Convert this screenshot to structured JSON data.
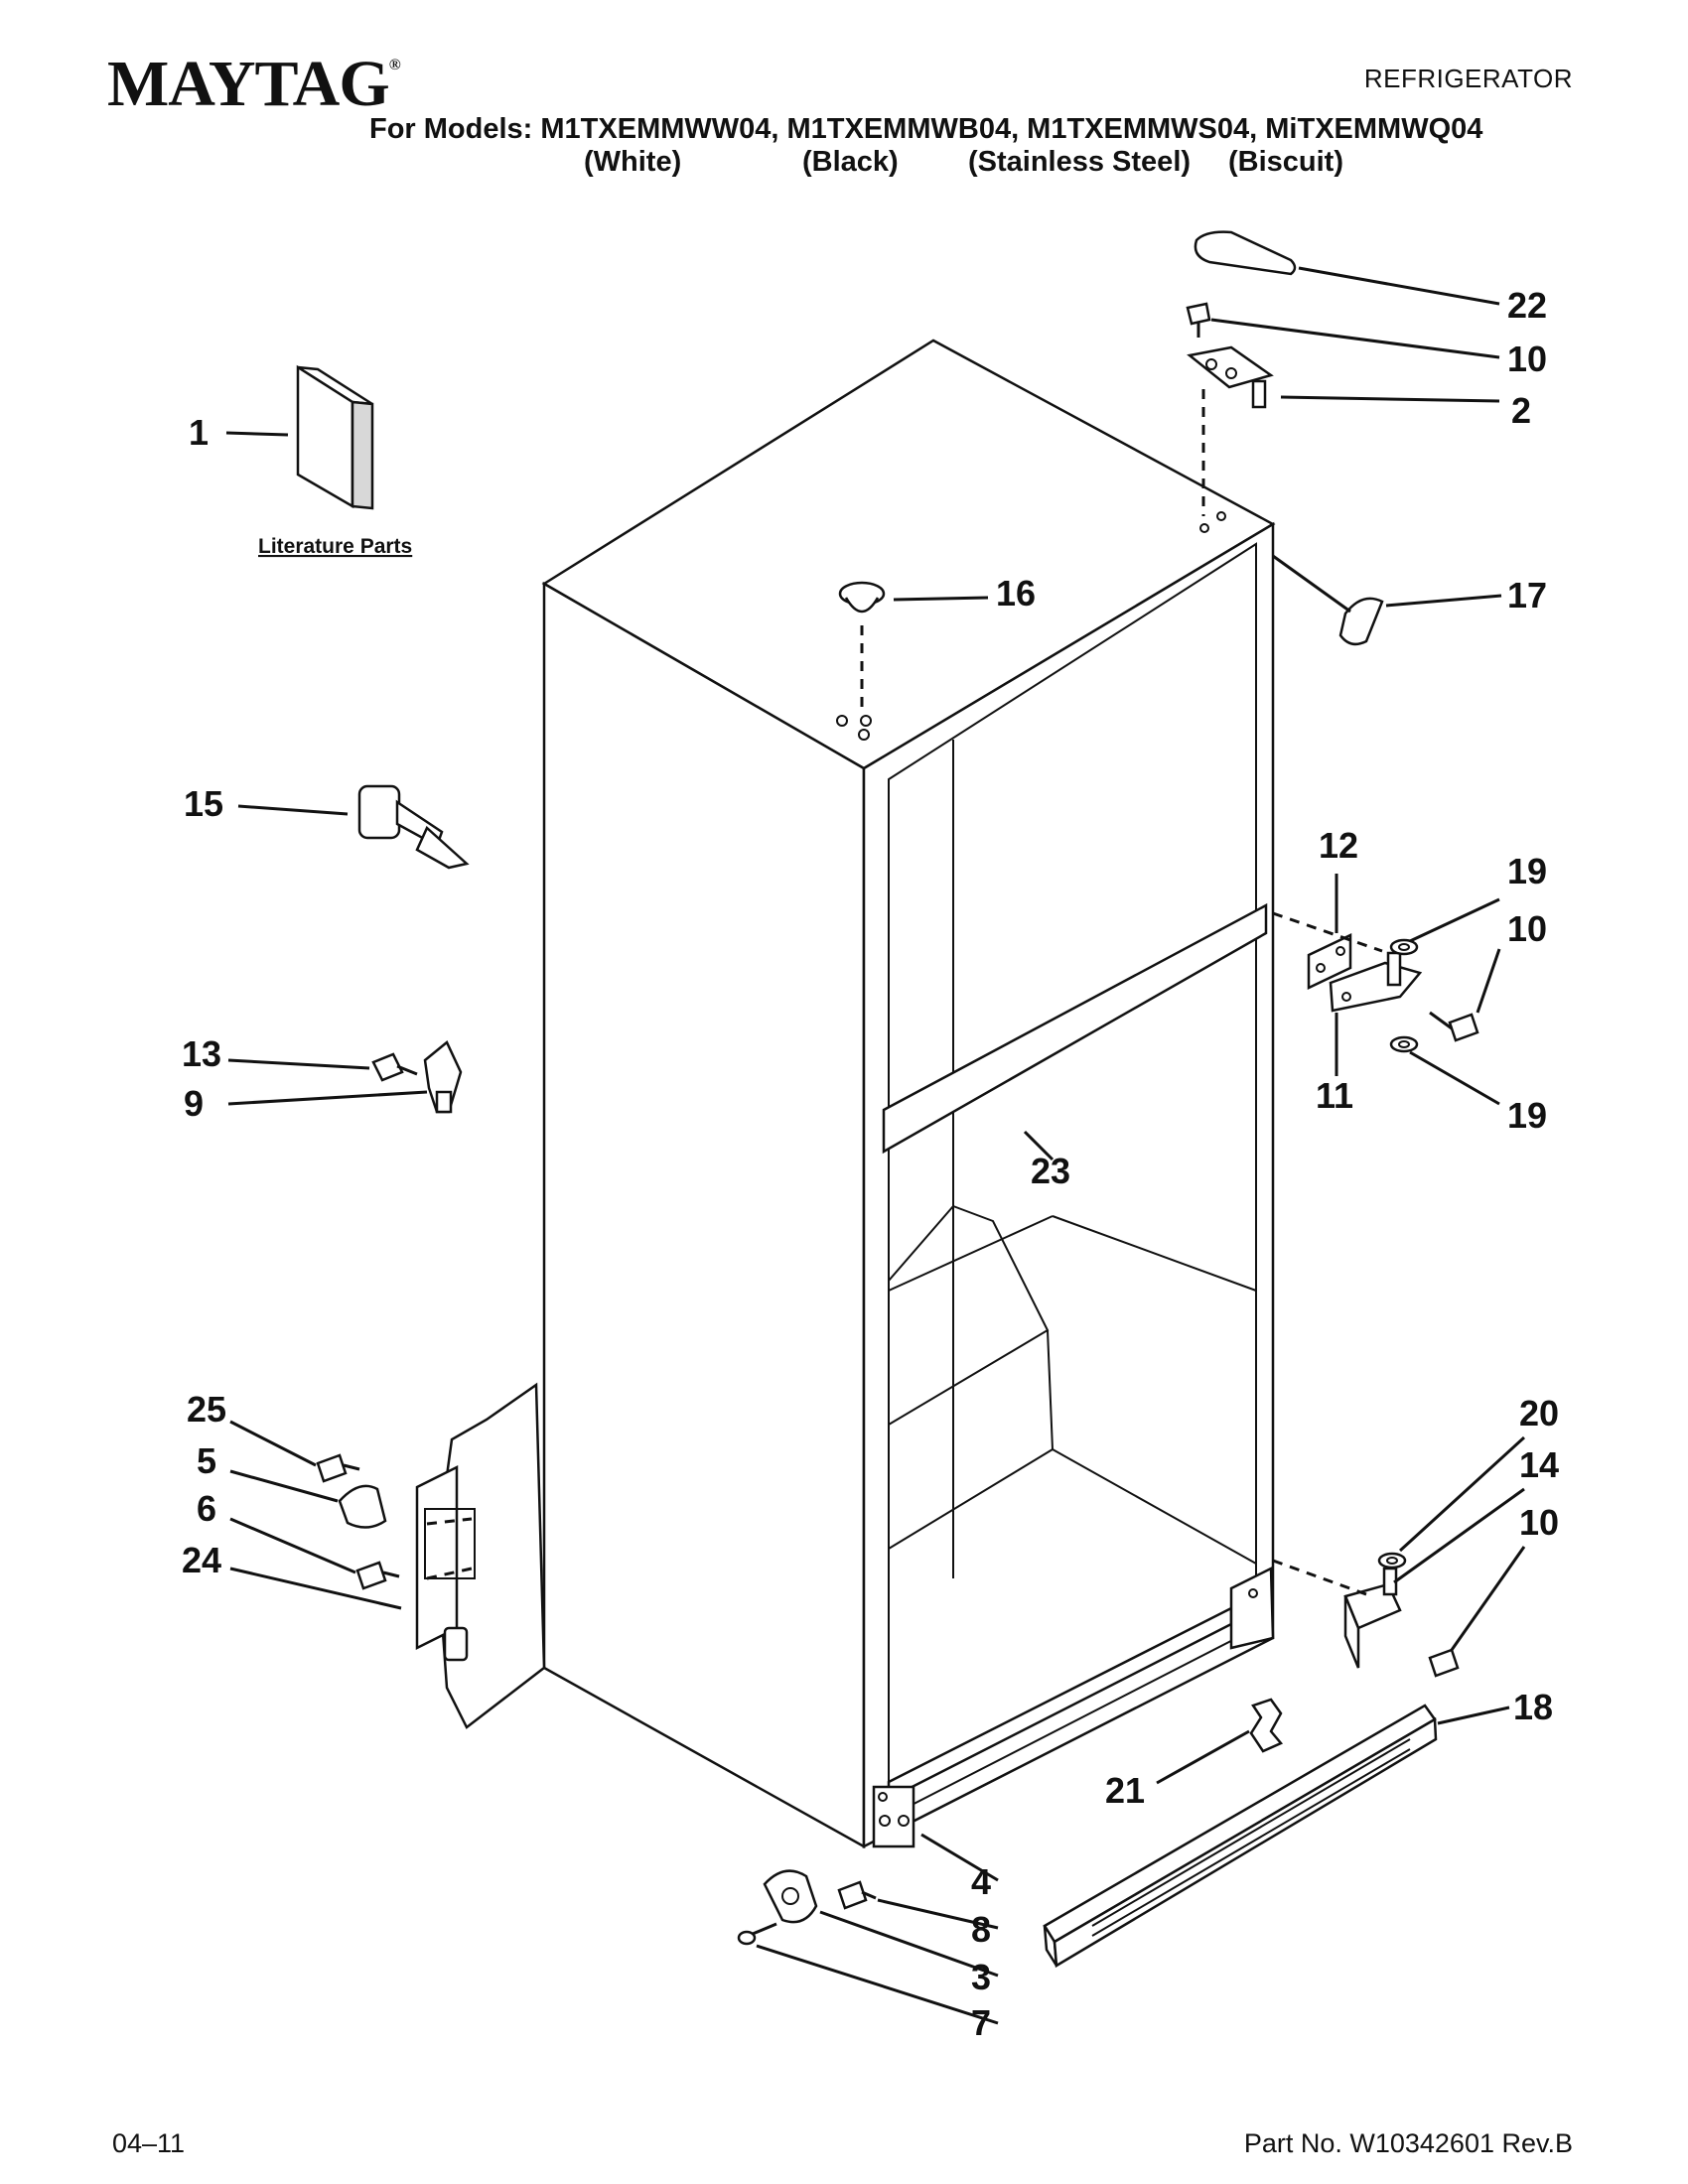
{
  "header": {
    "brand": "MAYTAG",
    "brand_mark": "®",
    "doc_type": "REFRIGERATOR",
    "models_line": "For Models: M1TXEMMWW04, M1TXEMMWB04, M1TXEMMWS04, MiTXEMMWQ04",
    "variants": [
      "(White)",
      "(Black)",
      "(Stainless Steel)",
      "(Biscuit)"
    ]
  },
  "diagram": {
    "literature_label": "Literature Parts",
    "callouts": [
      "1",
      "22",
      "10",
      "2",
      "16",
      "17",
      "15",
      "12",
      "19",
      "10",
      "11",
      "19",
      "13",
      "9",
      "23",
      "25",
      "5",
      "6",
      "24",
      "20",
      "14",
      "10",
      "18",
      "21",
      "4",
      "8",
      "3",
      "7"
    ]
  },
  "footer": {
    "date_code": "04–11",
    "part_number": "Part No. W10342601 Rev.B"
  },
  "icons": [
    "refrigerator-cabinet-icon",
    "hinge-cover-icon",
    "screw-icon",
    "hinge-icon",
    "plug-icon",
    "clip-icon",
    "bracket-icon",
    "grille-icon",
    "leveler-icon",
    "washer-icon",
    "manual-icon"
  ]
}
